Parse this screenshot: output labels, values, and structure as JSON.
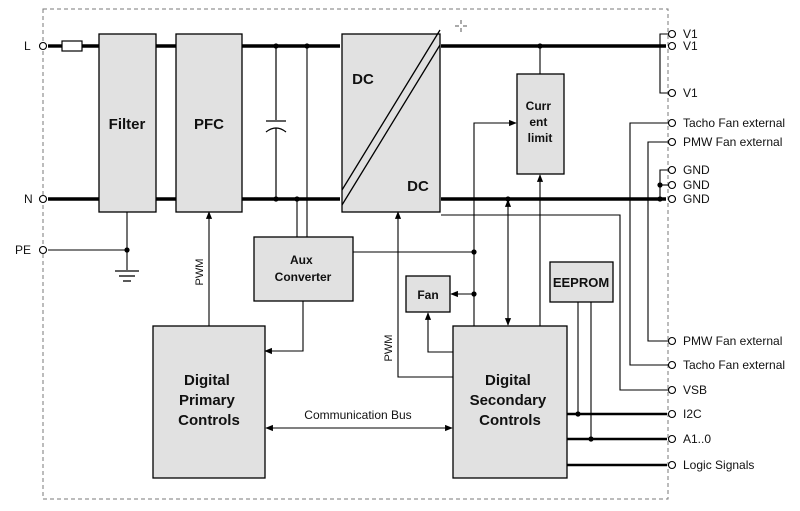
{
  "blocks": {
    "filter": "Filter",
    "pfc": "PFC",
    "dcdc_top": "DC",
    "dcdc_bottom": "DC",
    "current_limit": [
      "Curr",
      "ent",
      "limit"
    ],
    "aux_converter": [
      "Aux",
      "Converter"
    ],
    "fan": "Fan",
    "eeprom": "EEPROM",
    "digital_primary": [
      "Digital",
      "Primary",
      "Controls"
    ],
    "digital_secondary": [
      "Digital",
      "Secondary",
      "Controls"
    ]
  },
  "signals": {
    "pwm_primary": "PWM",
    "pwm_secondary": "PWM",
    "communication_bus": "Communication Bus"
  },
  "inputs": {
    "l": "L",
    "n": "N",
    "pe": "PE"
  },
  "outputs": [
    "V1",
    "V1",
    "V1",
    "Tacho Fan external",
    "PMW Fan external",
    "GND",
    "GND",
    "GND",
    "PMW Fan external",
    "Tacho Fan external",
    "VSB",
    "I2C",
    "A1..0",
    "Logic Signals"
  ]
}
